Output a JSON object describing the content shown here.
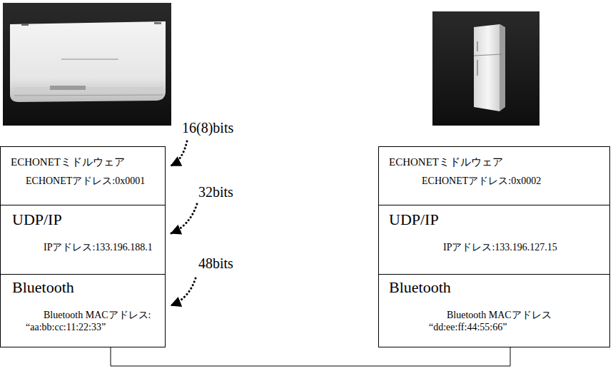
{
  "diagram": {
    "nodes": [
      {
        "text": [
          "ECHONETミドルウェア",
          "ECHONETアドレス:0x0001"
        ]
      },
      {
        "text": [
          "UDP/IP",
          "IPアドレス:133.196.188.1"
        ]
      },
      {
        "text": [
          "Bluetooth",
          "Bluetooth MACアドレス: “aa:bb:cc:11:22:33”"
        ]
      },
      {
        "text": [
          "ECHONETミドルウェア",
          "ECHONETアドレス:0x0002"
        ]
      },
      {
        "text": [
          "UDP/IP",
          "IPアドレス:133.196.127.15"
        ]
      },
      {
        "text": [
          "Bluetooth",
          "Bluetooth MACアドレス “dd:ee:ff:44:55:66”"
        ]
      }
    ],
    "edges": [
      {
        "from": 2,
        "to": 5,
        "arrow": "none"
      }
    ],
    "labels": [
      "16(8)bits",
      "32bits",
      "48bits"
    ]
  }
}
